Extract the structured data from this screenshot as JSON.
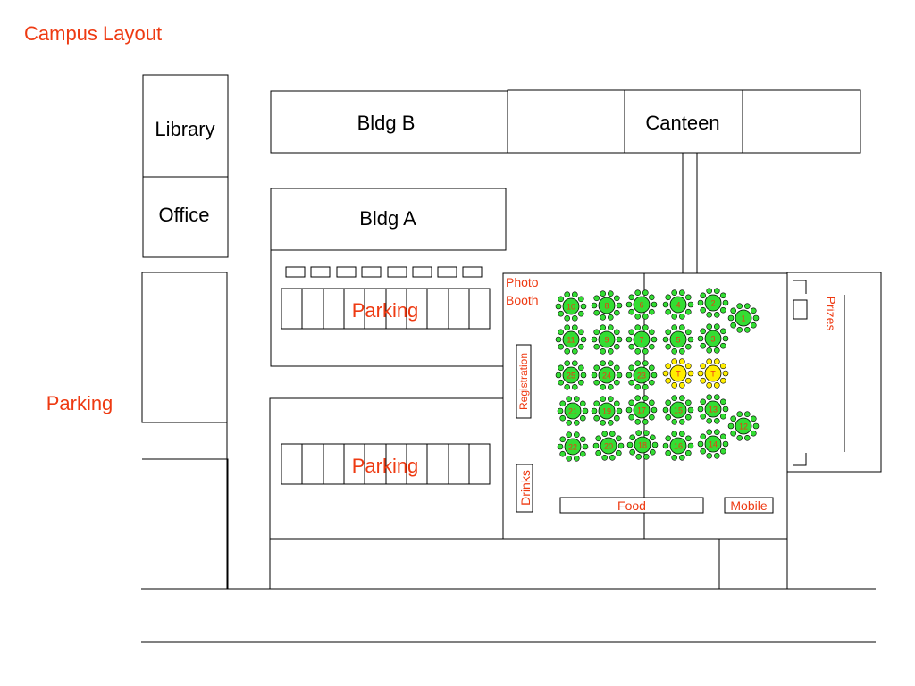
{
  "title": "Campus Layout",
  "colors": {
    "accent": "#ee3a12",
    "table_fill": "#33dd33",
    "table_fill_reserved": "#ffee00",
    "chair_green": "#33dd33",
    "chair_yellow": "#ffee00"
  },
  "buildings": {
    "library": "Library",
    "office": "Office",
    "bldg_b": "Bldg B",
    "bldg_a": "Bldg A",
    "canteen": "Canteen"
  },
  "areas": {
    "parking_left": "Parking",
    "parking_upper": "Parking",
    "parking_lower": "Parking",
    "photo_booth": [
      "Photo",
      "Booth"
    ],
    "registration": "Registration",
    "drinks": "Drinks",
    "food": "Food",
    "mobile": "Mobile",
    "prizes": "Prizes"
  },
  "tables": [
    {
      "label": "10",
      "reserved": false
    },
    {
      "label": "8",
      "reserved": false
    },
    {
      "label": "6",
      "reserved": false
    },
    {
      "label": "4",
      "reserved": false
    },
    {
      "label": "2",
      "reserved": false
    },
    {
      "label": "1",
      "reserved": false
    },
    {
      "label": "11",
      "reserved": false
    },
    {
      "label": "9",
      "reserved": false
    },
    {
      "label": "7",
      "reserved": false
    },
    {
      "label": "5",
      "reserved": false
    },
    {
      "label": "3",
      "reserved": false
    },
    {
      "label": "25",
      "reserved": false
    },
    {
      "label": "24",
      "reserved": false
    },
    {
      "label": "23",
      "reserved": false
    },
    {
      "label": "T",
      "reserved": true
    },
    {
      "label": "T",
      "reserved": true
    },
    {
      "label": "21",
      "reserved": false
    },
    {
      "label": "19",
      "reserved": false
    },
    {
      "label": "17",
      "reserved": false
    },
    {
      "label": "15",
      "reserved": false
    },
    {
      "label": "13",
      "reserved": false
    },
    {
      "label": "12",
      "reserved": false
    },
    {
      "label": "22",
      "reserved": false
    },
    {
      "label": "20",
      "reserved": false
    },
    {
      "label": "18",
      "reserved": false
    },
    {
      "label": "16",
      "reserved": false
    },
    {
      "label": "14",
      "reserved": false
    }
  ]
}
